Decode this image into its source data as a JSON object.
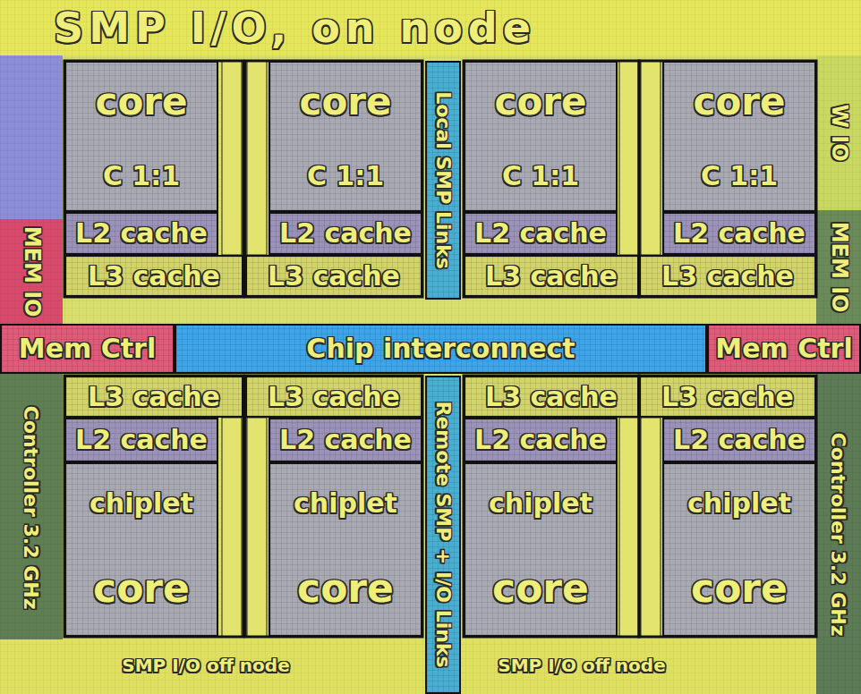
{
  "diagram": {
    "nodes": [
      {
        "text": [
          "SMP I/O, on node"
        ]
      },
      {
        "text": [
          "core",
          "C 1:1"
        ]
      },
      {
        "text": [
          "L2 cache"
        ]
      },
      {
        "text": [
          "L3 cache"
        ]
      },
      {
        "text": [
          "core",
          "C 1:1"
        ]
      },
      {
        "text": [
          "L2 cache"
        ]
      },
      {
        "text": [
          "L3 cache"
        ]
      },
      {
        "text": [
          "core",
          "C 1:1"
        ]
      },
      {
        "text": [
          "L2 cache"
        ]
      },
      {
        "text": [
          "L3 cache"
        ]
      },
      {
        "text": [
          "core",
          "C 1:1"
        ]
      },
      {
        "text": [
          "L2 cache"
        ]
      },
      {
        "text": [
          "L3 cache"
        ]
      },
      {
        "text": [
          "W IO"
        ]
      },
      {
        "text": [
          "Local SMP Links"
        ]
      },
      {
        "text": [
          "MEM IO"
        ]
      },
      {
        "text": [
          "MEM IO"
        ]
      },
      {
        "text": [
          "Mem Ctrl"
        ]
      },
      {
        "text": [
          "Chip interconnect"
        ]
      },
      {
        "text": [
          "Mem Ctrl"
        ]
      },
      {
        "text": [
          "L3 cache"
        ]
      },
      {
        "text": [
          "L2 cache"
        ]
      },
      {
        "text": [
          "chiplet",
          "core"
        ]
      },
      {
        "text": [
          "L3 cache"
        ]
      },
      {
        "text": [
          "L2 cache"
        ]
      },
      {
        "text": [
          "chiplet",
          "core"
        ]
      },
      {
        "text": [
          "L3 cache"
        ]
      },
      {
        "text": [
          "L2 cache"
        ]
      },
      {
        "text": [
          "chiplet",
          "core"
        ]
      },
      {
        "text": [
          "L3 cache"
        ]
      },
      {
        "text": [
          "L2 cache"
        ]
      },
      {
        "text": [
          "chiplet",
          "core"
        ]
      },
      {
        "text": [
          "Remote SMP + I/O Links"
        ]
      },
      {
        "text": [
          "Controller 3.2 GHz"
        ]
      },
      {
        "text": [
          "Controller 3.2 GHz"
        ]
      },
      {
        "text": [
          "SMP I/O off node"
        ]
      },
      {
        "text": [
          "SMP I/O off node"
        ]
      }
    ]
  }
}
